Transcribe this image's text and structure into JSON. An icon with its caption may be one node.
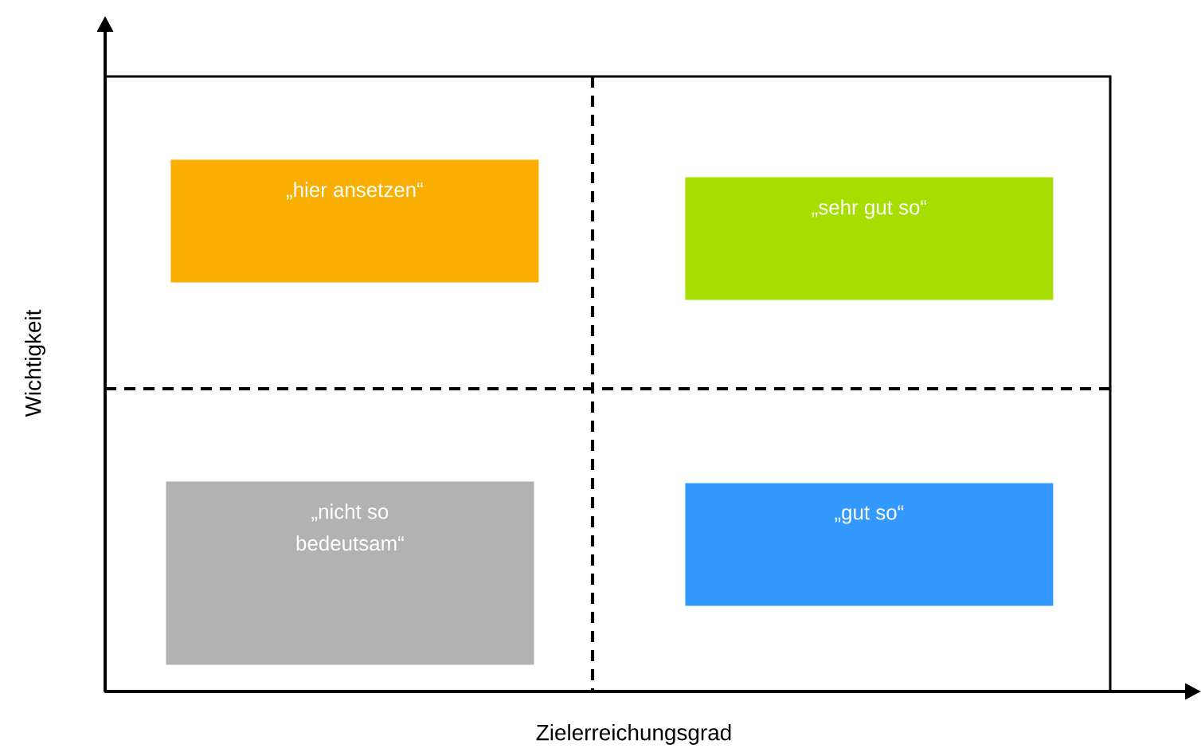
{
  "diagram": {
    "nodes": [
      {
        "text": [
          "„hier ansetzen“"
        ]
      },
      {
        "text": [
          "„sehr gut so“"
        ]
      },
      {
        "text": [
          "„nicht so bedeutsam“"
        ]
      },
      {
        "text": [
          "„gut so“"
        ]
      }
    ],
    "labels": [
      "Wichtigkeit",
      "Zielerreichungsgrad"
    ]
  }
}
